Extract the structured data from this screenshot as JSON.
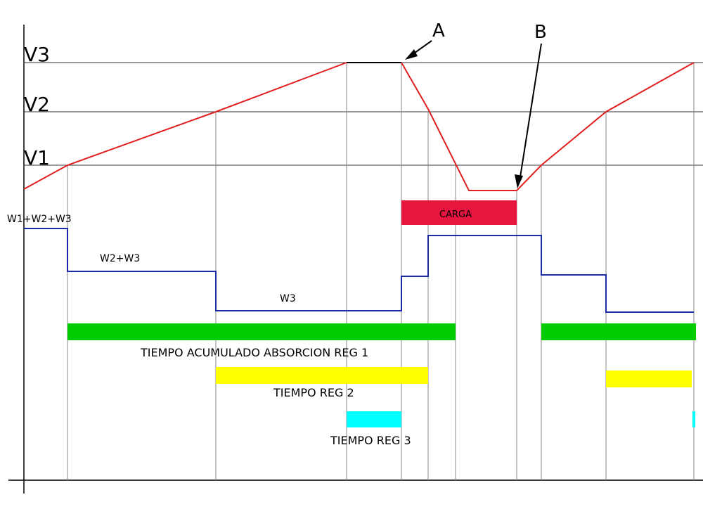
{
  "levels": {
    "v3": "V3",
    "v2": "V2",
    "v1": "V1"
  },
  "annotations": {
    "a": "A",
    "b": "B"
  },
  "power_labels": {
    "w123": "W1+W2+W3",
    "w23": "W2+W3",
    "w3": "W3"
  },
  "bars": {
    "carga": "CARGA",
    "reg1": "TIEMPO ACUMULADO ABSORCION REG 1",
    "reg2": "TIEMPO REG  2",
    "reg3": "TIEMPO REG 3"
  },
  "colors": {
    "voltage_line": "#e02020",
    "power_line": "#1a2aa8",
    "carga": "#e8163f",
    "reg1": "#00cc00",
    "reg2": "#ffff00",
    "reg3": "#00ffff"
  }
}
